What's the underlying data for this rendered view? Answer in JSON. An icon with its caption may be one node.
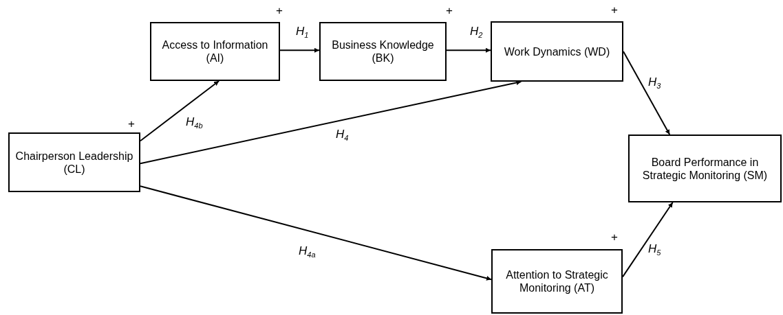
{
  "diagram": {
    "nodes": [
      {
        "text": [
          "Chairperson Leadership (CL)"
        ],
        "beside": [
          "+"
        ]
      },
      {
        "text": [
          "Access to Information (AI)"
        ],
        "beside": [
          "+"
        ]
      },
      {
        "text": [
          "Business Knowledge (BK)"
        ],
        "beside": [
          "+"
        ]
      },
      {
        "text": [
          "Work Dynamics (WD)"
        ],
        "beside": [
          "+"
        ]
      },
      {
        "text": [
          "Board Performance in Strategic Monitoring (SM)"
        ]
      },
      {
        "text": [
          "Attention to Strategic Monitoring (AT)"
        ],
        "beside": [
          "+"
        ]
      }
    ],
    "edges": [
      {
        "from": 0,
        "to": 1,
        "arrow": "to",
        "label": "H$_{4b}$"
      },
      {
        "from": 1,
        "to": 2,
        "arrow": "to",
        "label": "H$_{1}$"
      },
      {
        "from": 2,
        "to": 3,
        "arrow": "to",
        "label": "H$_{2}$"
      },
      {
        "from": 0,
        "to": 3,
        "arrow": "to",
        "label": "H$_{4}$"
      },
      {
        "from": 3,
        "to": 4,
        "arrow": "to",
        "label": "H$_{3}$"
      },
      {
        "from": 0,
        "to": 5,
        "arrow": "to",
        "label": "H$_{4a}$"
      },
      {
        "from": 5,
        "to": 4,
        "arrow": "to",
        "label": "H$_{5}$"
      }
    ]
  }
}
